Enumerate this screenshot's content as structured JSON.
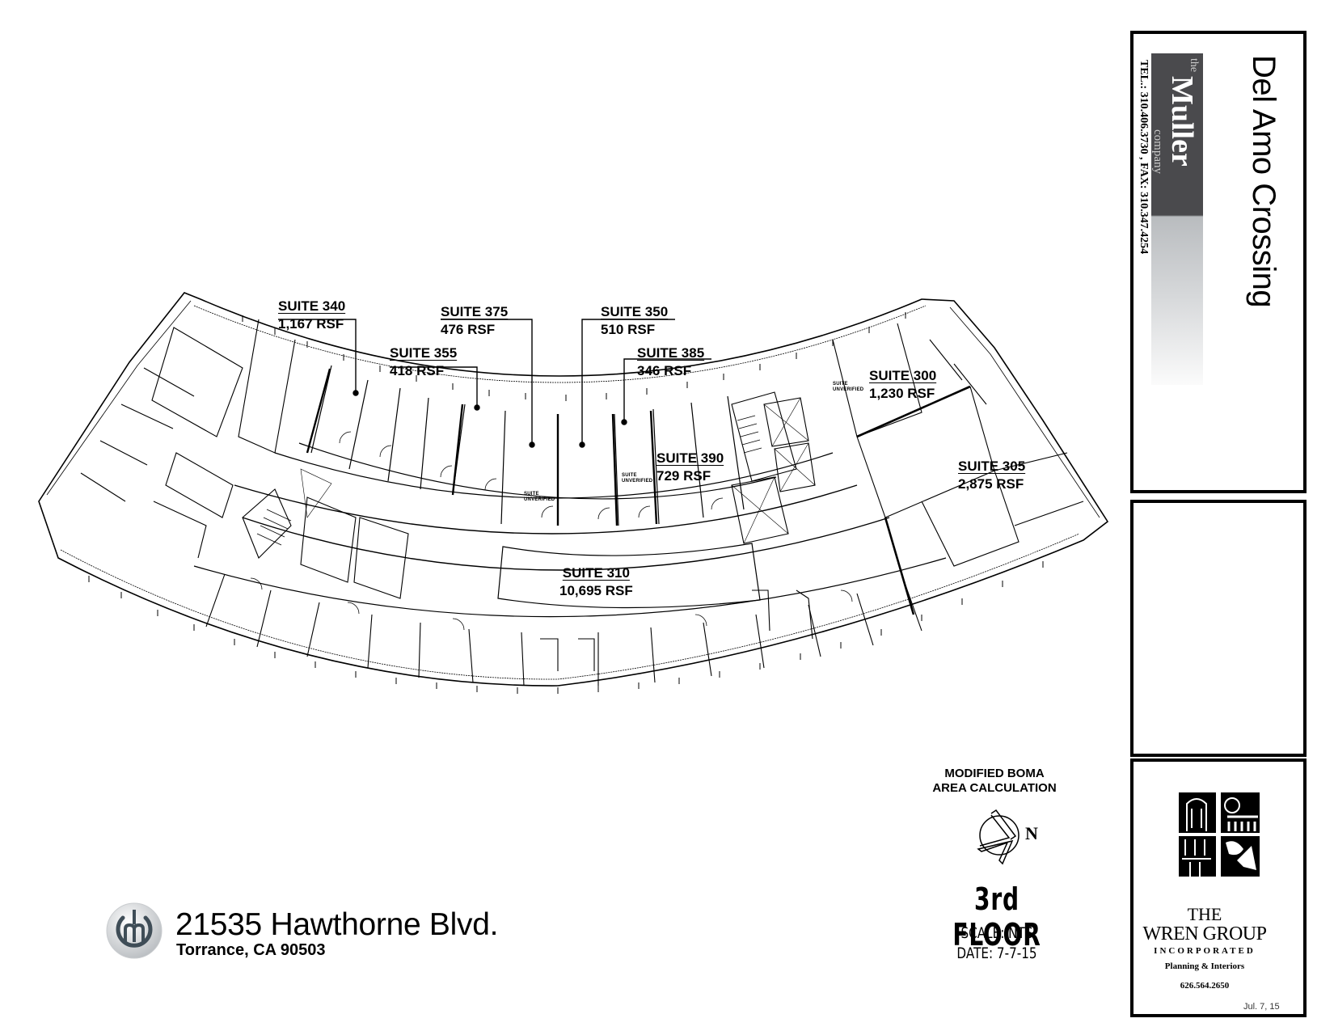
{
  "document": {
    "property_name": "Del Amo Crossing",
    "floor": "3rd FLOOR",
    "scale": "SCALE: NTS",
    "date": "DATE: 7-7-15",
    "calc_note_line1": "MODIFIED BOMA",
    "calc_note_line2": "AREA CALCULATION",
    "north_label": "N",
    "footer_date": "Jul. 7, 15"
  },
  "address": {
    "street": "21535 Hawthorne Blvd.",
    "city_state_zip": "Torrance, CA 90503",
    "logo_icon": "m-power-icon"
  },
  "broker": {
    "prefix": "the",
    "name": "Muller",
    "suffix": "company",
    "contact": "TEL.: 310.406.3730 , FAX: 310.347.4254"
  },
  "architect": {
    "line1": "THE",
    "line2": "WREN GROUP",
    "line3": "INCORPORATED",
    "line4": "Planning & Interiors",
    "phone": "626.564.2650"
  },
  "suites": [
    {
      "id": "340",
      "name": "SUITE 340",
      "area": "1,167 RSF"
    },
    {
      "id": "355",
      "name": "SUITE 355",
      "area": "418 RSF"
    },
    {
      "id": "375",
      "name": "SUITE 375",
      "area": "476 RSF"
    },
    {
      "id": "350",
      "name": "SUITE 350",
      "area": "510 RSF"
    },
    {
      "id": "385",
      "name": "SUITE 385",
      "area": "346 RSF"
    },
    {
      "id": "390",
      "name": "SUITE 390",
      "area": "729 RSF"
    },
    {
      "id": "300",
      "name": "SUITE 300",
      "area": "1,230 RSF"
    },
    {
      "id": "305",
      "name": "SUITE 305",
      "area": "2,875 RSF"
    },
    {
      "id": "310",
      "name": "SUITE 310",
      "area": "10,695 RSF"
    }
  ],
  "unverified_notes": [
    {
      "line1": "SUITE",
      "line2": "UNVERIFIED"
    },
    {
      "line1": "SUITE",
      "line2": "UNVERIFIED"
    },
    {
      "line1": "SUITE",
      "line2": "UNVERIFIED"
    }
  ]
}
